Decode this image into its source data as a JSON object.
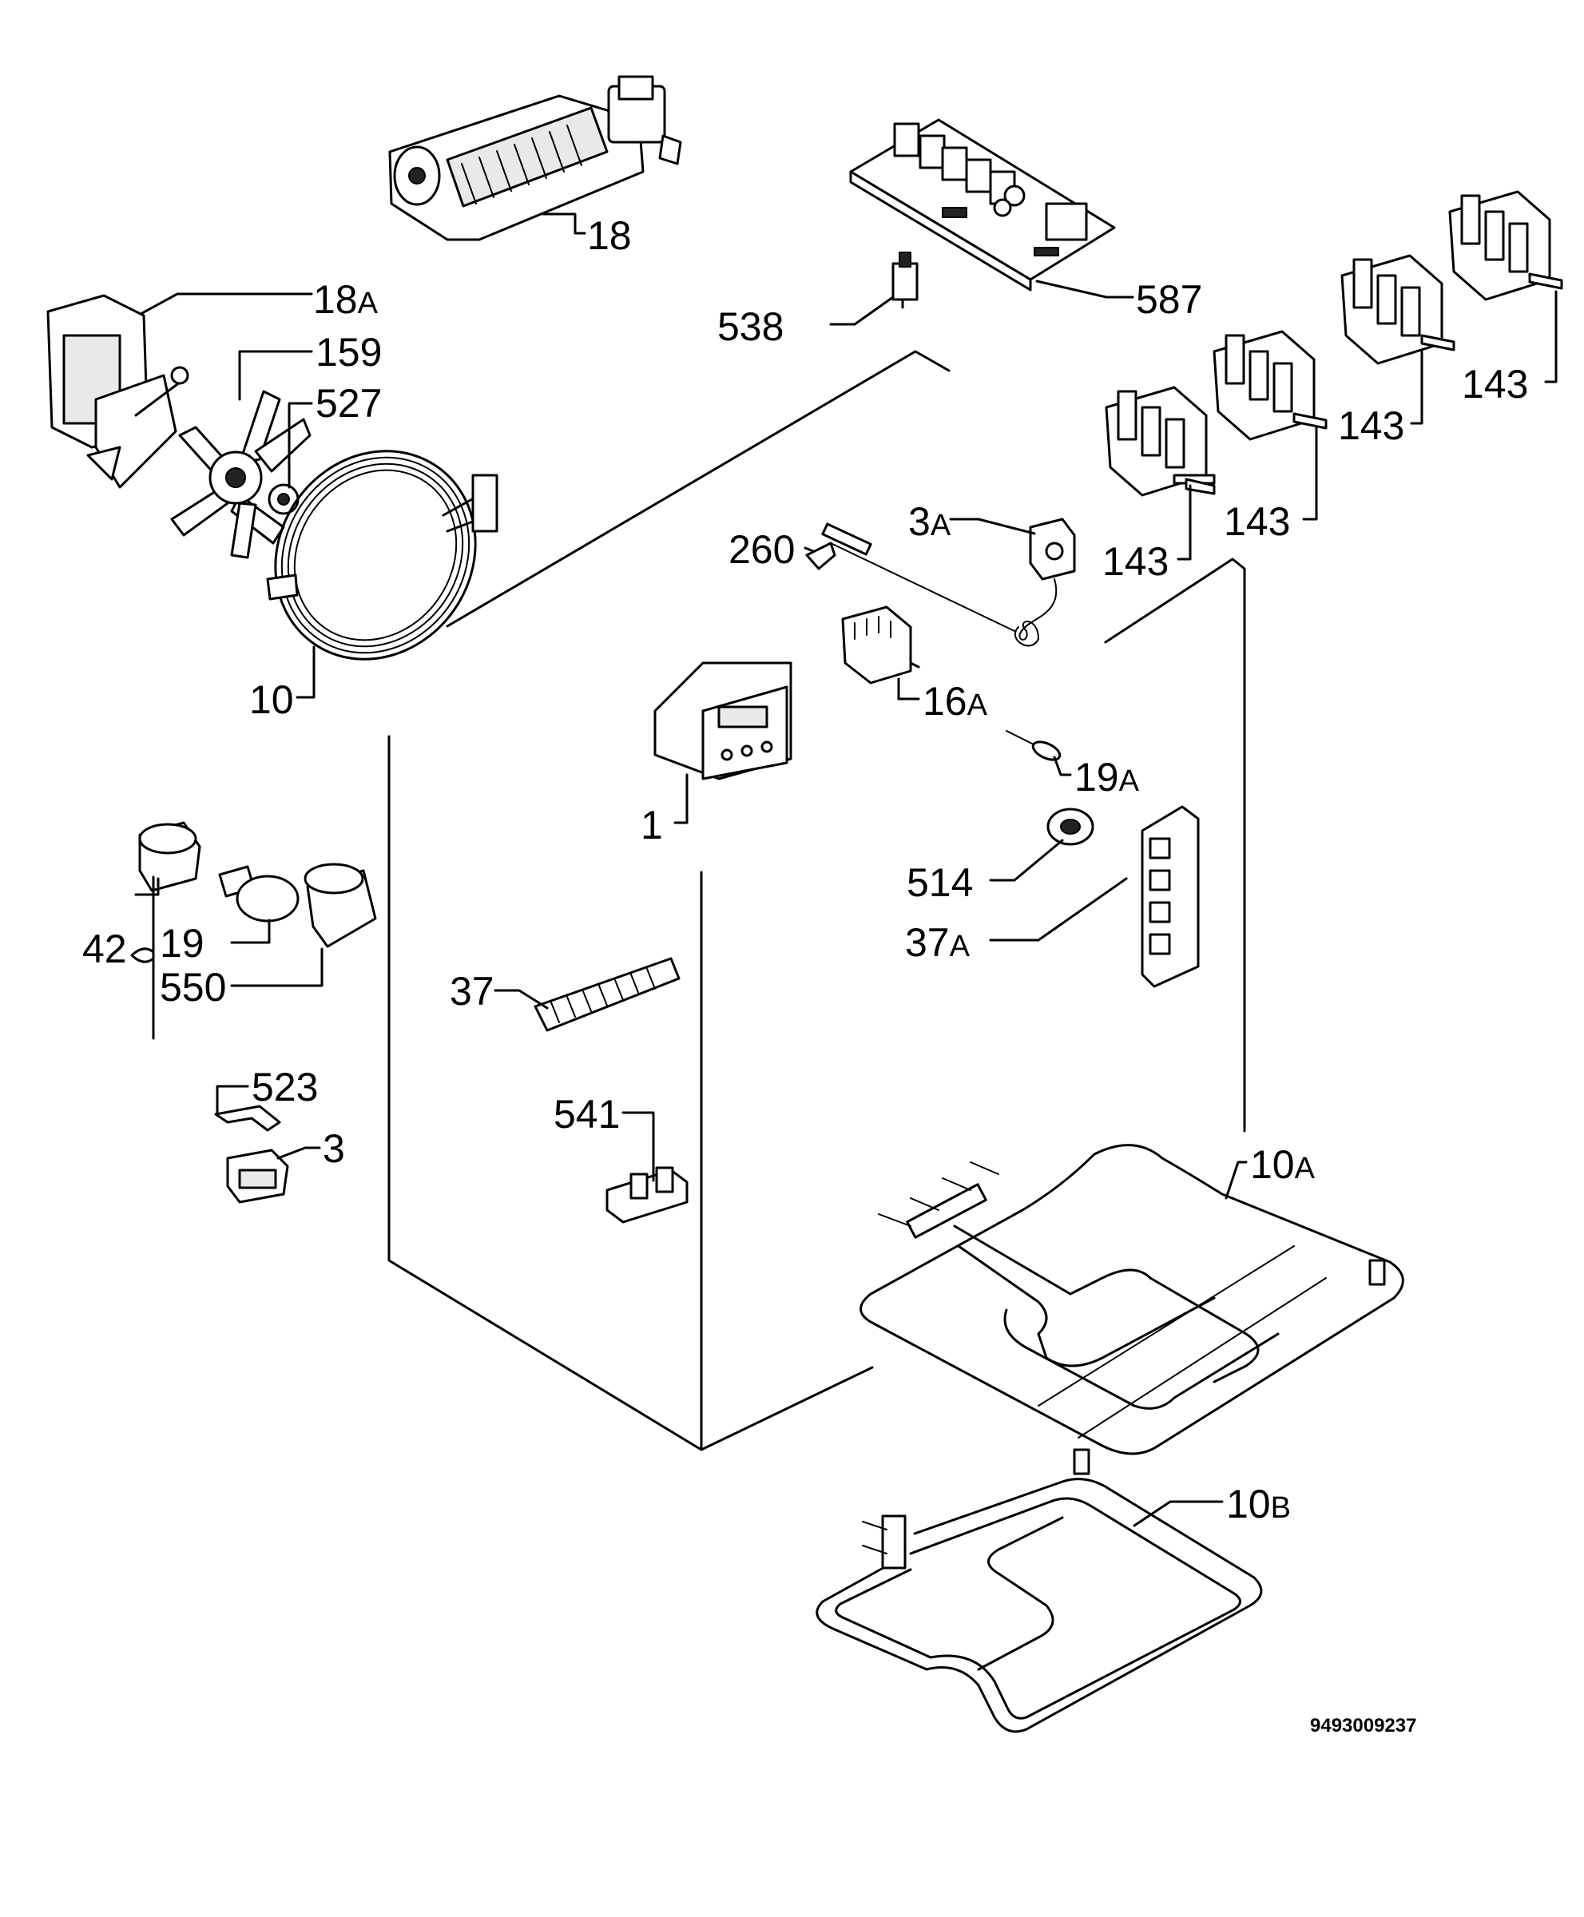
{
  "callouts": {
    "c18": {
      "num": "18",
      "suf": ""
    },
    "c18a": {
      "num": "18",
      "suf": "A"
    },
    "c159": {
      "num": "159",
      "suf": ""
    },
    "c527": {
      "num": "527",
      "suf": ""
    },
    "c10": {
      "num": "10",
      "suf": ""
    },
    "c587": {
      "num": "587",
      "suf": ""
    },
    "c538": {
      "num": "538",
      "suf": ""
    },
    "c143a": {
      "num": "143",
      "suf": ""
    },
    "c143b": {
      "num": "143",
      "suf": ""
    },
    "c143c": {
      "num": "143",
      "suf": ""
    },
    "c143d": {
      "num": "143",
      "suf": ""
    },
    "c3a": {
      "num": "3",
      "suf": "A"
    },
    "c260": {
      "num": "260",
      "suf": ""
    },
    "c16a": {
      "num": "16",
      "suf": "A"
    },
    "c19a": {
      "num": "19",
      "suf": "A"
    },
    "c1": {
      "num": "1",
      "suf": ""
    },
    "c514": {
      "num": "514",
      "suf": ""
    },
    "c37a": {
      "num": "37",
      "suf": "A"
    },
    "c37": {
      "num": "37",
      "suf": ""
    },
    "c42": {
      "num": "42",
      "suf": ""
    },
    "c19": {
      "num": "19",
      "suf": ""
    },
    "c550": {
      "num": "550",
      "suf": ""
    },
    "c523": {
      "num": "523",
      "suf": ""
    },
    "c3": {
      "num": "3",
      "suf": ""
    },
    "c541": {
      "num": "541",
      "suf": ""
    },
    "c10a": {
      "num": "10",
      "suf": "A"
    },
    "c10b": {
      "num": "10",
      "suf": "B"
    }
  },
  "diagram_code": "9493009237"
}
